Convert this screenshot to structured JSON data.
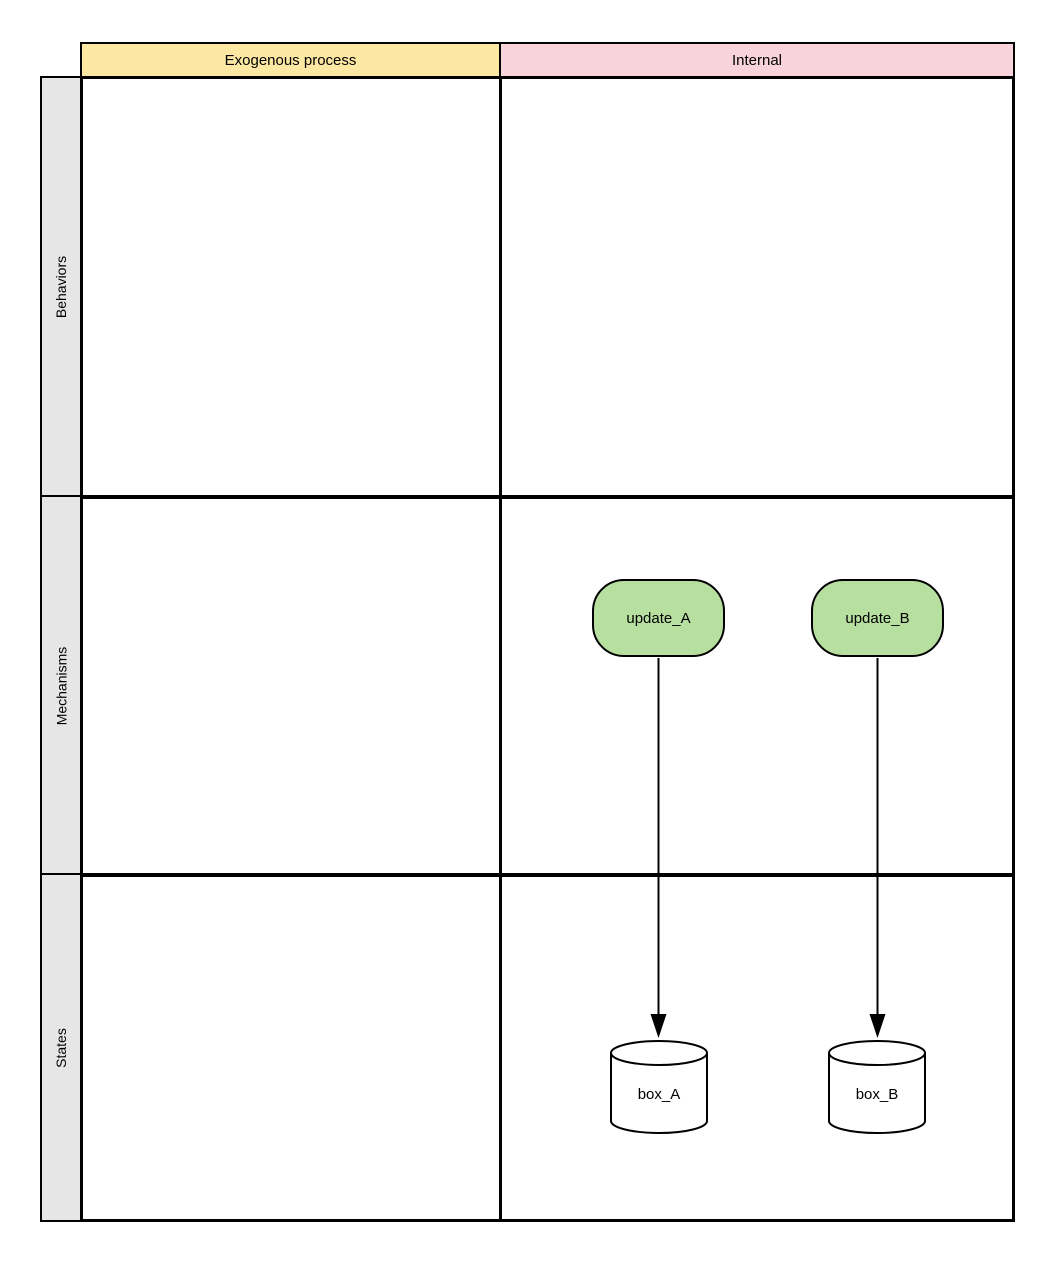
{
  "diagram": {
    "col_headers": [
      {
        "id": "exogenous",
        "label": "Exogenous process",
        "fill": "#fce8a2"
      },
      {
        "id": "internal",
        "label": "Internal",
        "fill": "#f8d3dc"
      }
    ],
    "row_headers": [
      {
        "id": "behaviors",
        "label": "Behaviors"
      },
      {
        "id": "mechanisms",
        "label": "Mechanisms"
      },
      {
        "id": "states",
        "label": "States"
      }
    ],
    "nodes": {
      "update_A": {
        "label": "update_A",
        "shape": "rounded-rectangle",
        "fill": "#b7dfa0",
        "row": "Mechanisms",
        "column": "Internal"
      },
      "update_B": {
        "label": "update_B",
        "shape": "rounded-rectangle",
        "fill": "#b7dfa0",
        "row": "Mechanisms",
        "column": "Internal"
      },
      "box_A": {
        "label": "box_A",
        "shape": "cylinder",
        "fill": "#ffffff",
        "row": "States",
        "column": "Internal"
      },
      "box_B": {
        "label": "box_B",
        "shape": "cylinder",
        "fill": "#ffffff",
        "row": "States",
        "column": "Internal"
      }
    },
    "edges": [
      {
        "from": "update_A",
        "to": "box_A",
        "style": "solid-arrow"
      },
      {
        "from": "update_B",
        "to": "box_B",
        "style": "solid-arrow"
      }
    ],
    "colors": {
      "row_header_fill": "#e6e6e6",
      "grid_border": "#000000",
      "canvas": "#ffffff",
      "node_stroke": "#000000"
    }
  }
}
